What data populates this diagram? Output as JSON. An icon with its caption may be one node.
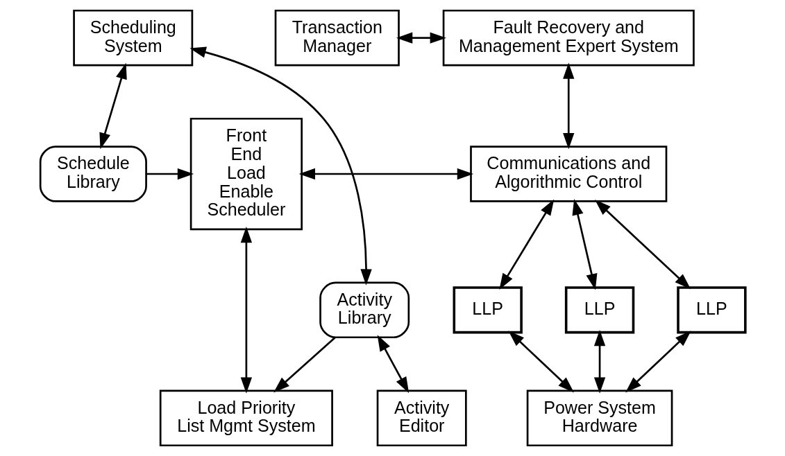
{
  "diagram": {
    "nodes": [
      {
        "text": [
          "Scheduling System"
        ]
      },
      {
        "text": [
          "Transaction Manager"
        ]
      },
      {
        "text": [
          "Fault Recovery and Management Expert System"
        ]
      },
      {
        "text": [
          "Schedule Library"
        ]
      },
      {
        "text": [
          "Front End Load Enable Scheduler"
        ]
      },
      {
        "text": [
          "Communications and Algorithmic Control"
        ]
      },
      {
        "text": [
          "Activity Library"
        ]
      },
      {
        "text": [
          "LLP"
        ]
      },
      {
        "text": [
          "LLP"
        ]
      },
      {
        "text": [
          "LLP"
        ]
      },
      {
        "text": [
          "Activity Editor"
        ]
      },
      {
        "text": [
          "Load Priority List Mgmt System"
        ]
      },
      {
        "text": [
          "Power System Hardware"
        ]
      }
    ],
    "edges": [
      {
        "from": 1,
        "to": 2,
        "arrow": "both"
      },
      {
        "from": 2,
        "to": 5,
        "arrow": "both"
      },
      {
        "from": 0,
        "to": 3,
        "arrow": "both"
      },
      {
        "from": 0,
        "to": 6,
        "arrow": "both"
      },
      {
        "from": 3,
        "to": 4,
        "arrow": "to"
      },
      {
        "from": 4,
        "to": 5,
        "arrow": "both"
      },
      {
        "from": 4,
        "to": 11,
        "arrow": "both"
      },
      {
        "from": 6,
        "to": 10,
        "arrow": "both"
      },
      {
        "from": 6,
        "to": 11,
        "arrow": "to"
      },
      {
        "from": 5,
        "to": 7,
        "arrow": "both"
      },
      {
        "from": 5,
        "to": 8,
        "arrow": "both"
      },
      {
        "from": 5,
        "to": 9,
        "arrow": "both"
      },
      {
        "from": 7,
        "to": 12,
        "arrow": "both"
      },
      {
        "from": 8,
        "to": 12,
        "arrow": "both"
      },
      {
        "from": 9,
        "to": 12,
        "arrow": "both"
      }
    ]
  }
}
